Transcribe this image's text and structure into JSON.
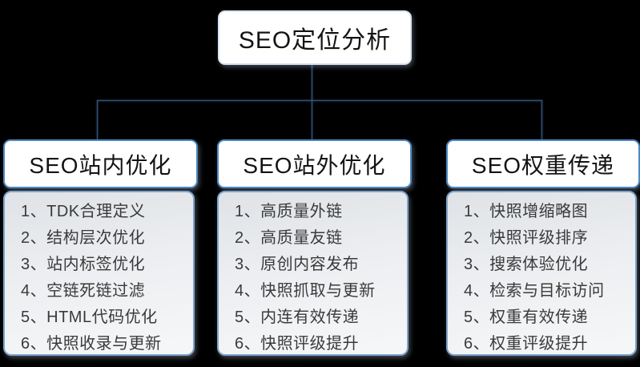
{
  "root": {
    "label": "SEO定位分析"
  },
  "columns": [
    {
      "header": "SEO站内优化",
      "items": [
        "1、TDK合理定义",
        "2、结构层次优化",
        "3、站内标签优化",
        "4、空链死链过滤",
        "5、HTML代码优化",
        "6、快照收录与更新"
      ]
    },
    {
      "header": "SEO站外优化",
      "items": [
        "1、高质量外链",
        "2、高质量友链",
        "3、原创内容发布",
        "4、快照抓取与更新",
        "5、内连有效传递",
        "6、快照评级提升"
      ]
    },
    {
      "header": "SEO权重传递",
      "items": [
        "1、快照增缩略图",
        "2、快照评级排序",
        "3、搜索体验优化",
        "4、检索与目标访问",
        "5、权重有效传递",
        "6、权重评级提升"
      ]
    }
  ],
  "colors": {
    "background": "#000000",
    "connector_line": "#30537d",
    "node_fill": "#ffffff",
    "node_border_blue": "#4d88c4",
    "panel_gradient_top": "#dfe2e6",
    "panel_gradient_bottom": "#f5f7f8",
    "header_text": "#141414",
    "item_text": "#3a3a3a"
  }
}
